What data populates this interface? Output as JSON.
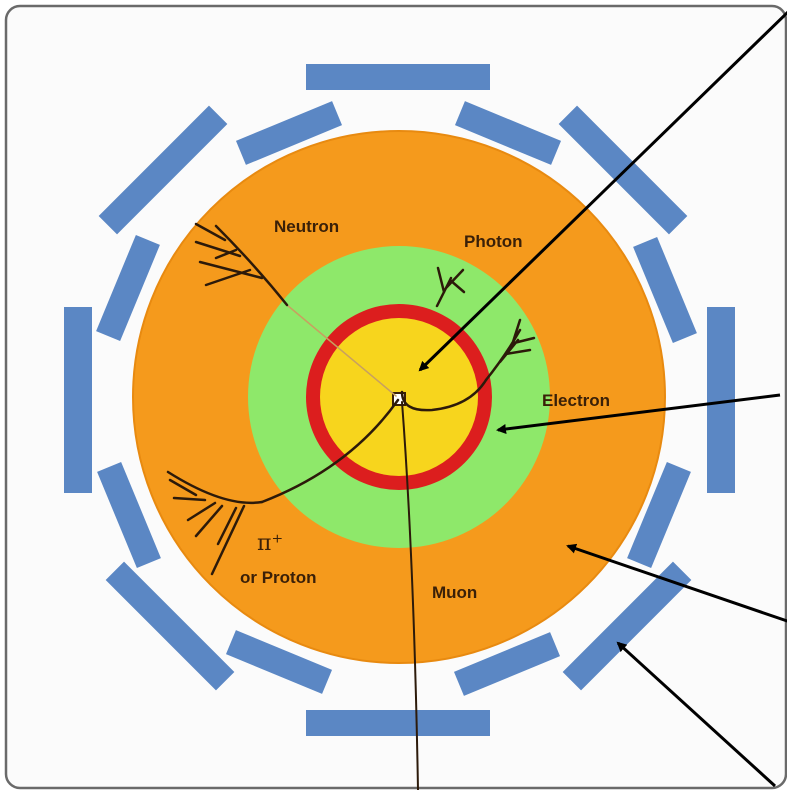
{
  "diagram": {
    "colors": {
      "background": "#fbfbfb",
      "frame": "#6a6a6a",
      "muon_chambers": "#5b87c4",
      "hadron_calorimeter": "#f59a1c",
      "em_calorimeter": "#8ee86a",
      "solenoid": "#dc1e1e",
      "tracker": "#f7d51d",
      "tracks": "#2c1a0a",
      "arrows": "#000000"
    },
    "labels": {
      "neutron": "Neutron",
      "photon": "Photon",
      "electron": "Electron",
      "pi_plus": "π⁺",
      "or_proton": "or Proton",
      "muon": "Muon"
    }
  }
}
